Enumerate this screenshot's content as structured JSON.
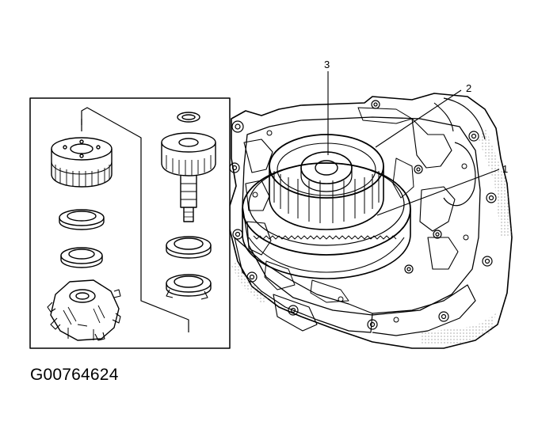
{
  "figure": {
    "code": "G00764624",
    "callouts": [
      "1",
      "2",
      "3"
    ]
  },
  "colors": {
    "ink": "#000000",
    "paper": "#ffffff",
    "dots": "#777777"
  },
  "icons": {
    "case": "transmission-case-illustration",
    "parts": "exploded-parts-inset"
  }
}
